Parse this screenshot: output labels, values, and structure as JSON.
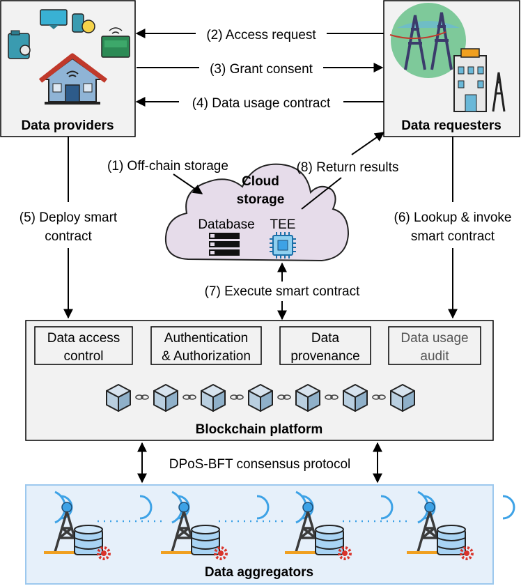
{
  "providers": {
    "label": "Data providers"
  },
  "requesters": {
    "label": "Data requesters"
  },
  "flows": {
    "access_request": "(2) Access request",
    "grant_consent": "(3) Grant consent",
    "usage_contract": "(4) Data usage contract",
    "offchain": "(1) Off-chain storage",
    "return_results": "(8) Return results",
    "deploy_line1": "(5) Deploy smart",
    "deploy_line2": "contract",
    "lookup_line1": "(6) Lookup & invoke",
    "lookup_line2": "smart contract",
    "execute": "(7) Execute smart contract",
    "consensus": "DPoS-BFT consensus protocol"
  },
  "cloud": {
    "title_line1": "Cloud",
    "title_line2": "storage",
    "database": "Database",
    "tee": "TEE"
  },
  "blockchain": {
    "title": "Blockchain platform",
    "modules": [
      {
        "line1": "Data access",
        "line2": "control"
      },
      {
        "line1": "Authentication",
        "line2": "& Authorization"
      },
      {
        "line1": "Data",
        "line2": "provenance"
      },
      {
        "line1": "Data usage",
        "line2": "audit"
      }
    ]
  },
  "aggregators": {
    "label": "Data aggregators"
  },
  "colors": {
    "box_bg": "#f2f2f2",
    "cloud_fill": "#e6dcea",
    "aggregator_bg": "#e6f0fa",
    "aggregator_border": "#9cc8ee",
    "tower": "#3b3b3b",
    "signal": "#3da2e6",
    "db_blue": "#a9d4f4",
    "gear": "#d9342b",
    "cube": "#b9cfe0"
  }
}
